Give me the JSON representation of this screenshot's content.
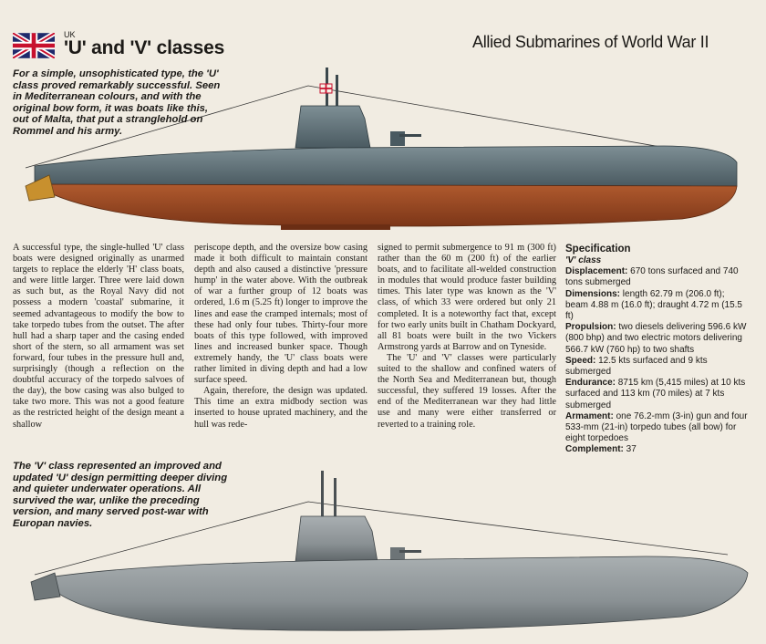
{
  "header": {
    "country": "UK",
    "title": "'U' and 'V' classes",
    "series": "Allied Submarines of World War II"
  },
  "captions": {
    "u_class": "For a simple, unsophisticated type, the 'U' class proved remarkably successful. Seen in Mediterranean colours, and with the original bow form, it was boats like this, out of Malta, that put a stranglehold on Rommel and his army.",
    "v_class": "The 'V' class represented an improved and updated 'U' design permitting deeper diving and quieter underwater operations. All survived the war, unlike the preceding version, and many served post-war with Europan navies."
  },
  "body": {
    "col1": "A successful type, the single-hulled 'U' class boats were designed originally as unarmed targets to replace the elderly 'H' class boats, and were little larger. Three were laid down as such but, as the Royal Navy did not possess a modern 'coastal' submarine, it seemed advantageous to modify the bow to take torpedo tubes from the outset. The after hull had a sharp taper and the casing ended short of the stern, so all armament was set forward, four tubes in the pressure hull and, surprisingly (though a reflection on the doubtful accuracy of the torpedo salvoes of the day), the bow casing was also bulged to take two more. This was not a good feature as the restricted height of the design meant a shallow",
    "col2_p1": "periscope depth, and the oversize bow casing made it both difficult to maintain constant depth and also caused a distinctive 'pressure hump' in the water above. With the outbreak of war a further group of 12 boats was ordered, 1.6 m (5.25 ft) longer to improve the lines and ease the cramped internals; most of these had only four tubes. Thirty-four more boats of this type followed, with improved lines and increased bunker space. Though extremely handy, the 'U' class boats were rather limited in diving depth and had a low surface speed.",
    "col2_p2": "Again, therefore, the design was updated. This time an extra midbody section was inserted to house uprated machinery, and the hull was rede-",
    "col3_p1": "signed to permit submergence to 91 m (300 ft) rather than the 60 m (200 ft) of the earlier boats, and to facilitate all-welded construction in modules that would produce faster building times. This later type was known as the 'V' class, of which 33 were ordered but only 21 completed. It is a noteworthy fact that, except for two early units built in Chatham Dockyard, all 81 boats were built in the two Vickers Armstrong yards at Barrow and on Tyneside.",
    "col3_p2": "The 'U' and 'V' classes were particularly suited to the shallow and confined waters of the North Sea and Mediterranean but, though successful, they suffered 19 losses. After the end of the Mediterranean war they had little use and many were either transferred or reverted to a training role."
  },
  "spec": {
    "title": "Specification",
    "class": "'V' class",
    "rows": [
      {
        "label": "Displacement:",
        "value": " 670 tons surfaced and 740 tons submerged"
      },
      {
        "label": "Dimensions:",
        "value": " length 62.79 m (206.0 ft); beam 4.88 m (16.0 ft); draught 4.72 m (15.5 ft)"
      },
      {
        "label": "Propulsion:",
        "value": " two diesels delivering 596.6 kW (800 bhp) and two electric motors delivering 566.7 kW (760 hp) to two shafts"
      },
      {
        "label": "Speed:",
        "value": " 12.5 kts surfaced and 9 kts submerged"
      },
      {
        "label": "Endurance:",
        "value": " 8715 km (5,415 miles) at 10 kts surfaced and 113 km (70 miles) at 7 kts submerged"
      },
      {
        "label": "Armament:",
        "value": " one 76.2-mm (3-in) gun and four 533-mm (21-in) torpedo tubes (all bow) for eight torpedoes"
      },
      {
        "label": "Complement:",
        "value": " 37"
      }
    ]
  },
  "colors": {
    "u_upper": "#5b6b72",
    "u_lower": "#9a4a26",
    "v_hull": "#8a9194",
    "flag_blue": "#1f2a6b",
    "flag_red": "#c8102e"
  },
  "icons": [
    "union-jack-flag-icon"
  ]
}
